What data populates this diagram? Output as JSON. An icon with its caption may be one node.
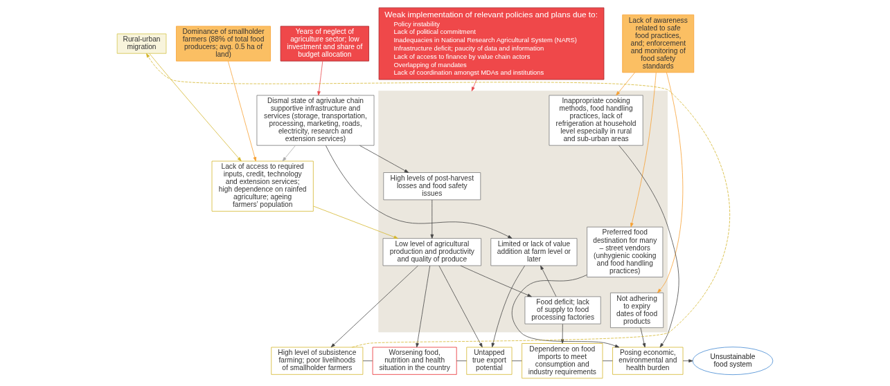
{
  "diagram": {
    "nodes": [
      {
        "text": [
          "Dominance of smallholder farmers (88% of total food producers; avg. 0.5 ha of land)"
        ]
      },
      {
        "text": [
          "Rural-urban migration"
        ]
      },
      {
        "text": [
          "Years of neglect of agriculture sector; low investment and share of budget allocation"
        ]
      },
      {
        "text": [
          "Weak implementation of relevant policies and plans due to:",
          "Policy instability",
          "Lack of political commitment",
          "Inadequacies in National Research Agricultural System (NARS)",
          "Infrastructure deficit; paucity of data and information",
          "Lack of access to finance by value chain actors",
          "Overlapping of mandates",
          "Lack of coordination amongst MDAs and institutions"
        ]
      },
      {
        "text": [
          "Lack of awareness related to safe food practices, and; enforcement and monitoring of food safety standards"
        ]
      },
      {
        "text": [
          "Lack of access to required inputs, credit, technology and extension services; high dependence on rainfed agriculture; ageing farmers’ population"
        ]
      },
      {
        "text": [
          "Dismal state of agrivalue chain supportive infrastructure and services (storage, transportation, processing, marketing, roads, electricity, research and extension services)"
        ]
      },
      {
        "text": [],
        "shape": "band"
      },
      {
        "text": [
          "High levels of post-harvest losses and food safety issues"
        ],
        "in": 7
      },
      {
        "text": [
          "Limited or lack of value addition at farm level or later"
        ],
        "in": 7
      },
      {
        "text": [
          "Low level of agricultural production and productivity and quality of produce"
        ],
        "in": 7
      },
      {
        "text": [
          "Food deficit; lack of supply to food processing factories"
        ],
        "in": 7
      },
      {
        "text": [
          "Preferred food destination for many – street vendors (unhygienic cooking and food handling practices)"
        ],
        "in": 7
      },
      {
        "text": [
          "Not adhering to expiry dates of food products"
        ],
        "in": 7
      },
      {
        "text": [
          "Inappropriate cooking methods, food handling practices, lack of refrigeration at household level especially in rural and sub-urban areas"
        ],
        "in": 7
      },
      {
        "text": [
          "High level of subsistence farming; poor livelihoods of smallholder farmers"
        ]
      },
      {
        "text": [
          "Worsening food, nutrition and health situation in the country"
        ]
      },
      {
        "text": [
          "Untapped true export potential"
        ]
      },
      {
        "text": [
          "Dependence on food imports to meet consumption and industry requirements"
        ]
      },
      {
        "text": [
          "Posing economic, environmental and health burden"
        ]
      },
      {
        "text": [
          "Unsustainable food system"
        ]
      }
    ],
    "edges": [
      {
        "from": 0,
        "to": 5,
        "arrow": "to",
        "color": "#f7a030"
      },
      {
        "from": 1,
        "to": 5,
        "arrow": "to",
        "color": "#d4b52a"
      },
      {
        "from": 15,
        "to": 1,
        "arrow": "to",
        "style": "dashed",
        "color": "#d4b52a"
      },
      {
        "from": 2,
        "to": 6,
        "arrow": "to",
        "color": "#e8474b"
      },
      {
        "from": 6,
        "to": 5,
        "arrow": "to",
        "color": "#a8a8a8"
      },
      {
        "from": 6,
        "to": 8,
        "arrow": "to"
      },
      {
        "from": 6,
        "to": 9,
        "arrow": "to"
      },
      {
        "from": 3,
        "to": 7,
        "arrow": "to",
        "color": "#e8474b"
      },
      {
        "from": 4,
        "to": 12,
        "arrow": "to",
        "color": "#f7a030"
      },
      {
        "from": 4,
        "to": 13,
        "arrow": "to",
        "color": "#f7a030"
      },
      {
        "from": 4,
        "to": 14,
        "arrow": "to",
        "color": "#f7a030"
      },
      {
        "from": 5,
        "to": 10,
        "arrow": "to",
        "color": "#d4b52a"
      },
      {
        "from": 8,
        "to": 10,
        "arrow": "to"
      },
      {
        "from": 10,
        "to": 11,
        "arrow": "to"
      },
      {
        "from": 11,
        "to": 9,
        "arrow": "to"
      },
      {
        "from": 9,
        "to": 17,
        "arrow": "to"
      },
      {
        "from": 10,
        "to": 15,
        "arrow": "to"
      },
      {
        "from": 10,
        "to": 16,
        "arrow": "to"
      },
      {
        "from": 10,
        "to": 17,
        "arrow": "to"
      },
      {
        "from": 11,
        "to": 18,
        "arrow": "to"
      },
      {
        "from": 12,
        "to": 19,
        "arrow": "to"
      },
      {
        "from": 13,
        "to": 19,
        "arrow": "to"
      },
      {
        "from": 14,
        "to": 19,
        "arrow": "to"
      },
      {
        "from": 15,
        "to": 16,
        "arrow": "none"
      },
      {
        "from": 16,
        "to": 17,
        "arrow": "none"
      },
      {
        "from": 17,
        "to": 18,
        "arrow": "none"
      },
      {
        "from": 18,
        "to": 19,
        "arrow": "none"
      },
      {
        "from": 19,
        "to": 20,
        "arrow": "to"
      }
    ]
  }
}
